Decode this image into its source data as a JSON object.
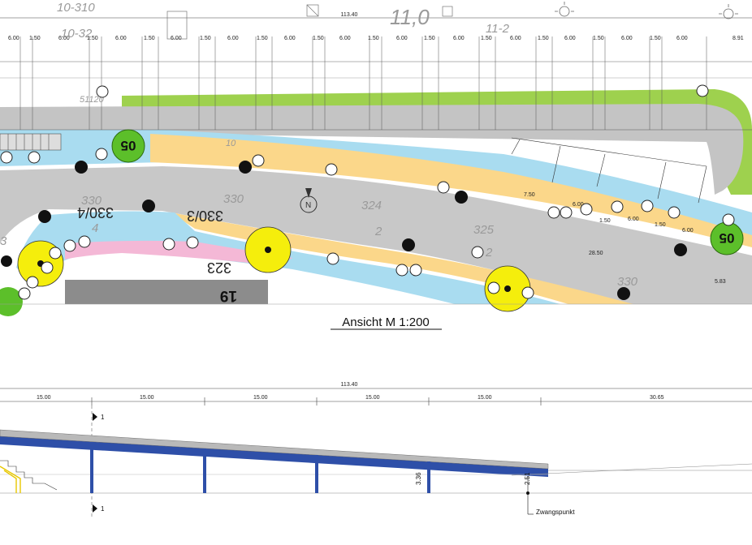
{
  "plan": {
    "top_dimension_total": "113.40",
    "top_dimensions": [
      "6.00",
      "1.50",
      "6.00",
      "1.50",
      "6.00",
      "1.50",
      "6.00",
      "1.50",
      "6.00",
      "1.50",
      "6.00",
      "1.50",
      "6.00",
      "1.50",
      "6.00",
      "1.50",
      "6.00",
      "1.50",
      "6.00",
      "1.50",
      "6.00",
      "1.50",
      "6.00",
      "1.50",
      "6.00",
      "8.91"
    ],
    "parcel_labels": {
      "p330_a": "330",
      "p330_b": "330",
      "p330_c": "330",
      "p324": "324",
      "p325": "325",
      "p330_4": "330/4",
      "p330_3": "330/3",
      "p323": "323",
      "p19": "19",
      "n2_a": "2",
      "n2_b": "2",
      "n4": "4",
      "n3": "3",
      "big_11": "11,0",
      "header_left": "10-310",
      "header_left2": "10-32",
      "header_right": "11-2",
      "n51120": "51120",
      "n10": "10"
    },
    "badges": [
      "05",
      "05"
    ],
    "bay_dimensions": [
      "7.50",
      "6.00",
      "1.50",
      "6.00",
      "1.50",
      "6.00",
      "28.50",
      "5.83"
    ]
  },
  "elevation": {
    "title": "Ansicht  M 1:200",
    "total": "113.40",
    "segments": [
      "15.00",
      "15.00",
      "15.00",
      "15.00",
      "15.00",
      "30.65"
    ],
    "section_mark": "1",
    "height_1": "3.36",
    "height_2": "2.51",
    "callout": "Zwangspunkt"
  }
}
